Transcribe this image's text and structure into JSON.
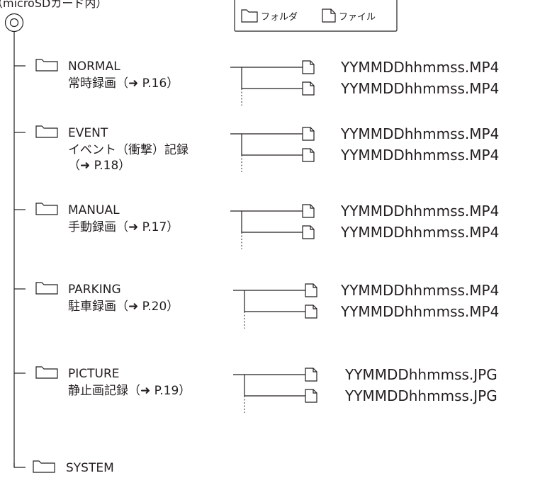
{
  "root": {
    "label": "ルート（microSDカード内）"
  },
  "legend": {
    "folder_label": "フォルダ",
    "file_label": "ファイル"
  },
  "folders": [
    {
      "name": "NORMAL",
      "desc": [
        "常時録画（➜ P.16）"
      ],
      "files": [
        "YYMMDDhhmmss.MP4",
        "YYMMDDhhmmss.MP4"
      ]
    },
    {
      "name": "EVENT",
      "desc": [
        "イベント（衝撃）記録",
        "（➜ P.18）"
      ],
      "files": [
        "YYMMDDhhmmss.MP4",
        "YYMMDDhhmmss.MP4"
      ]
    },
    {
      "name": "MANUAL",
      "desc": [
        "手動録画（➜ P.17）"
      ],
      "files": [
        "YYMMDDhhmmss.MP4",
        "YYMMDDhhmmss.MP4"
      ]
    },
    {
      "name": "PARKING",
      "desc": [
        "駐車録画（➜ P.20）"
      ],
      "files": [
        "YYMMDDhhmmss.MP4",
        "YYMMDDhhmmss.MP4"
      ]
    },
    {
      "name": "PICTURE",
      "desc": [
        "静止画記録（➜ P.19）"
      ],
      "files": [
        "YYMMDDhhmmss.JPG",
        "YYMMDDhhmmss.JPG"
      ]
    },
    {
      "name": "SYSTEM",
      "desc": [],
      "files": []
    }
  ]
}
